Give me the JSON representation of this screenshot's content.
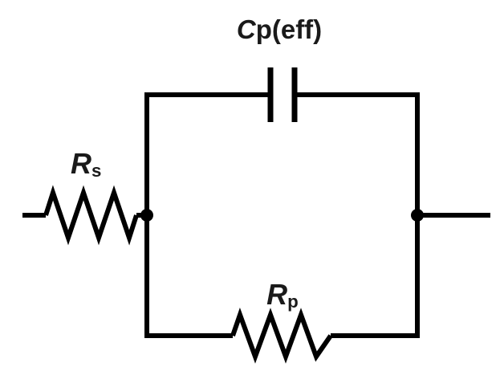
{
  "diagram": {
    "type": "equivalent-circuit",
    "colors": {
      "stroke": "#000000",
      "background": "#ffffff"
    }
  },
  "labels": {
    "rs": {
      "symbol": "R",
      "subscript": "s"
    },
    "cp": {
      "symbol": "C",
      "rest": "p(eff)"
    },
    "rp": {
      "symbol": "R",
      "subscript": "p"
    }
  }
}
